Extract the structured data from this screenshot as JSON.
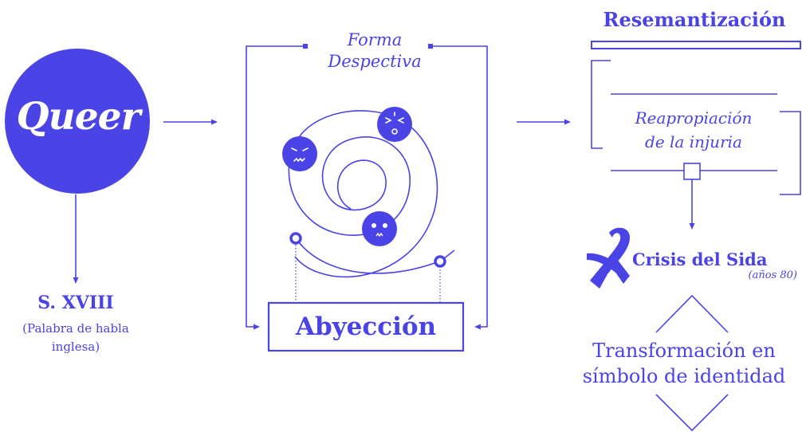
{
  "colors": {
    "primary": "#4a43e6",
    "background": "#ffffff"
  },
  "left": {
    "term": "Queer",
    "century": "S. XVIII",
    "century_note": "(Palabra de habla inglesa)"
  },
  "center": {
    "label_lines": [
      "Forma",
      "Despectiva"
    ],
    "result": "Abyección",
    "icons": [
      "angry-face-icon",
      "dizzy-face-icon",
      "skull-face-icon"
    ]
  },
  "right": {
    "title": "Resemantización",
    "step_lines": [
      "Reapropiación",
      "de la injuria"
    ],
    "event": "Crisis del Sida",
    "event_years": "(años 80)",
    "outcome_lines": [
      "Transformación en",
      "símbolo de identidad"
    ],
    "event_icon": "awareness-ribbon-icon"
  }
}
